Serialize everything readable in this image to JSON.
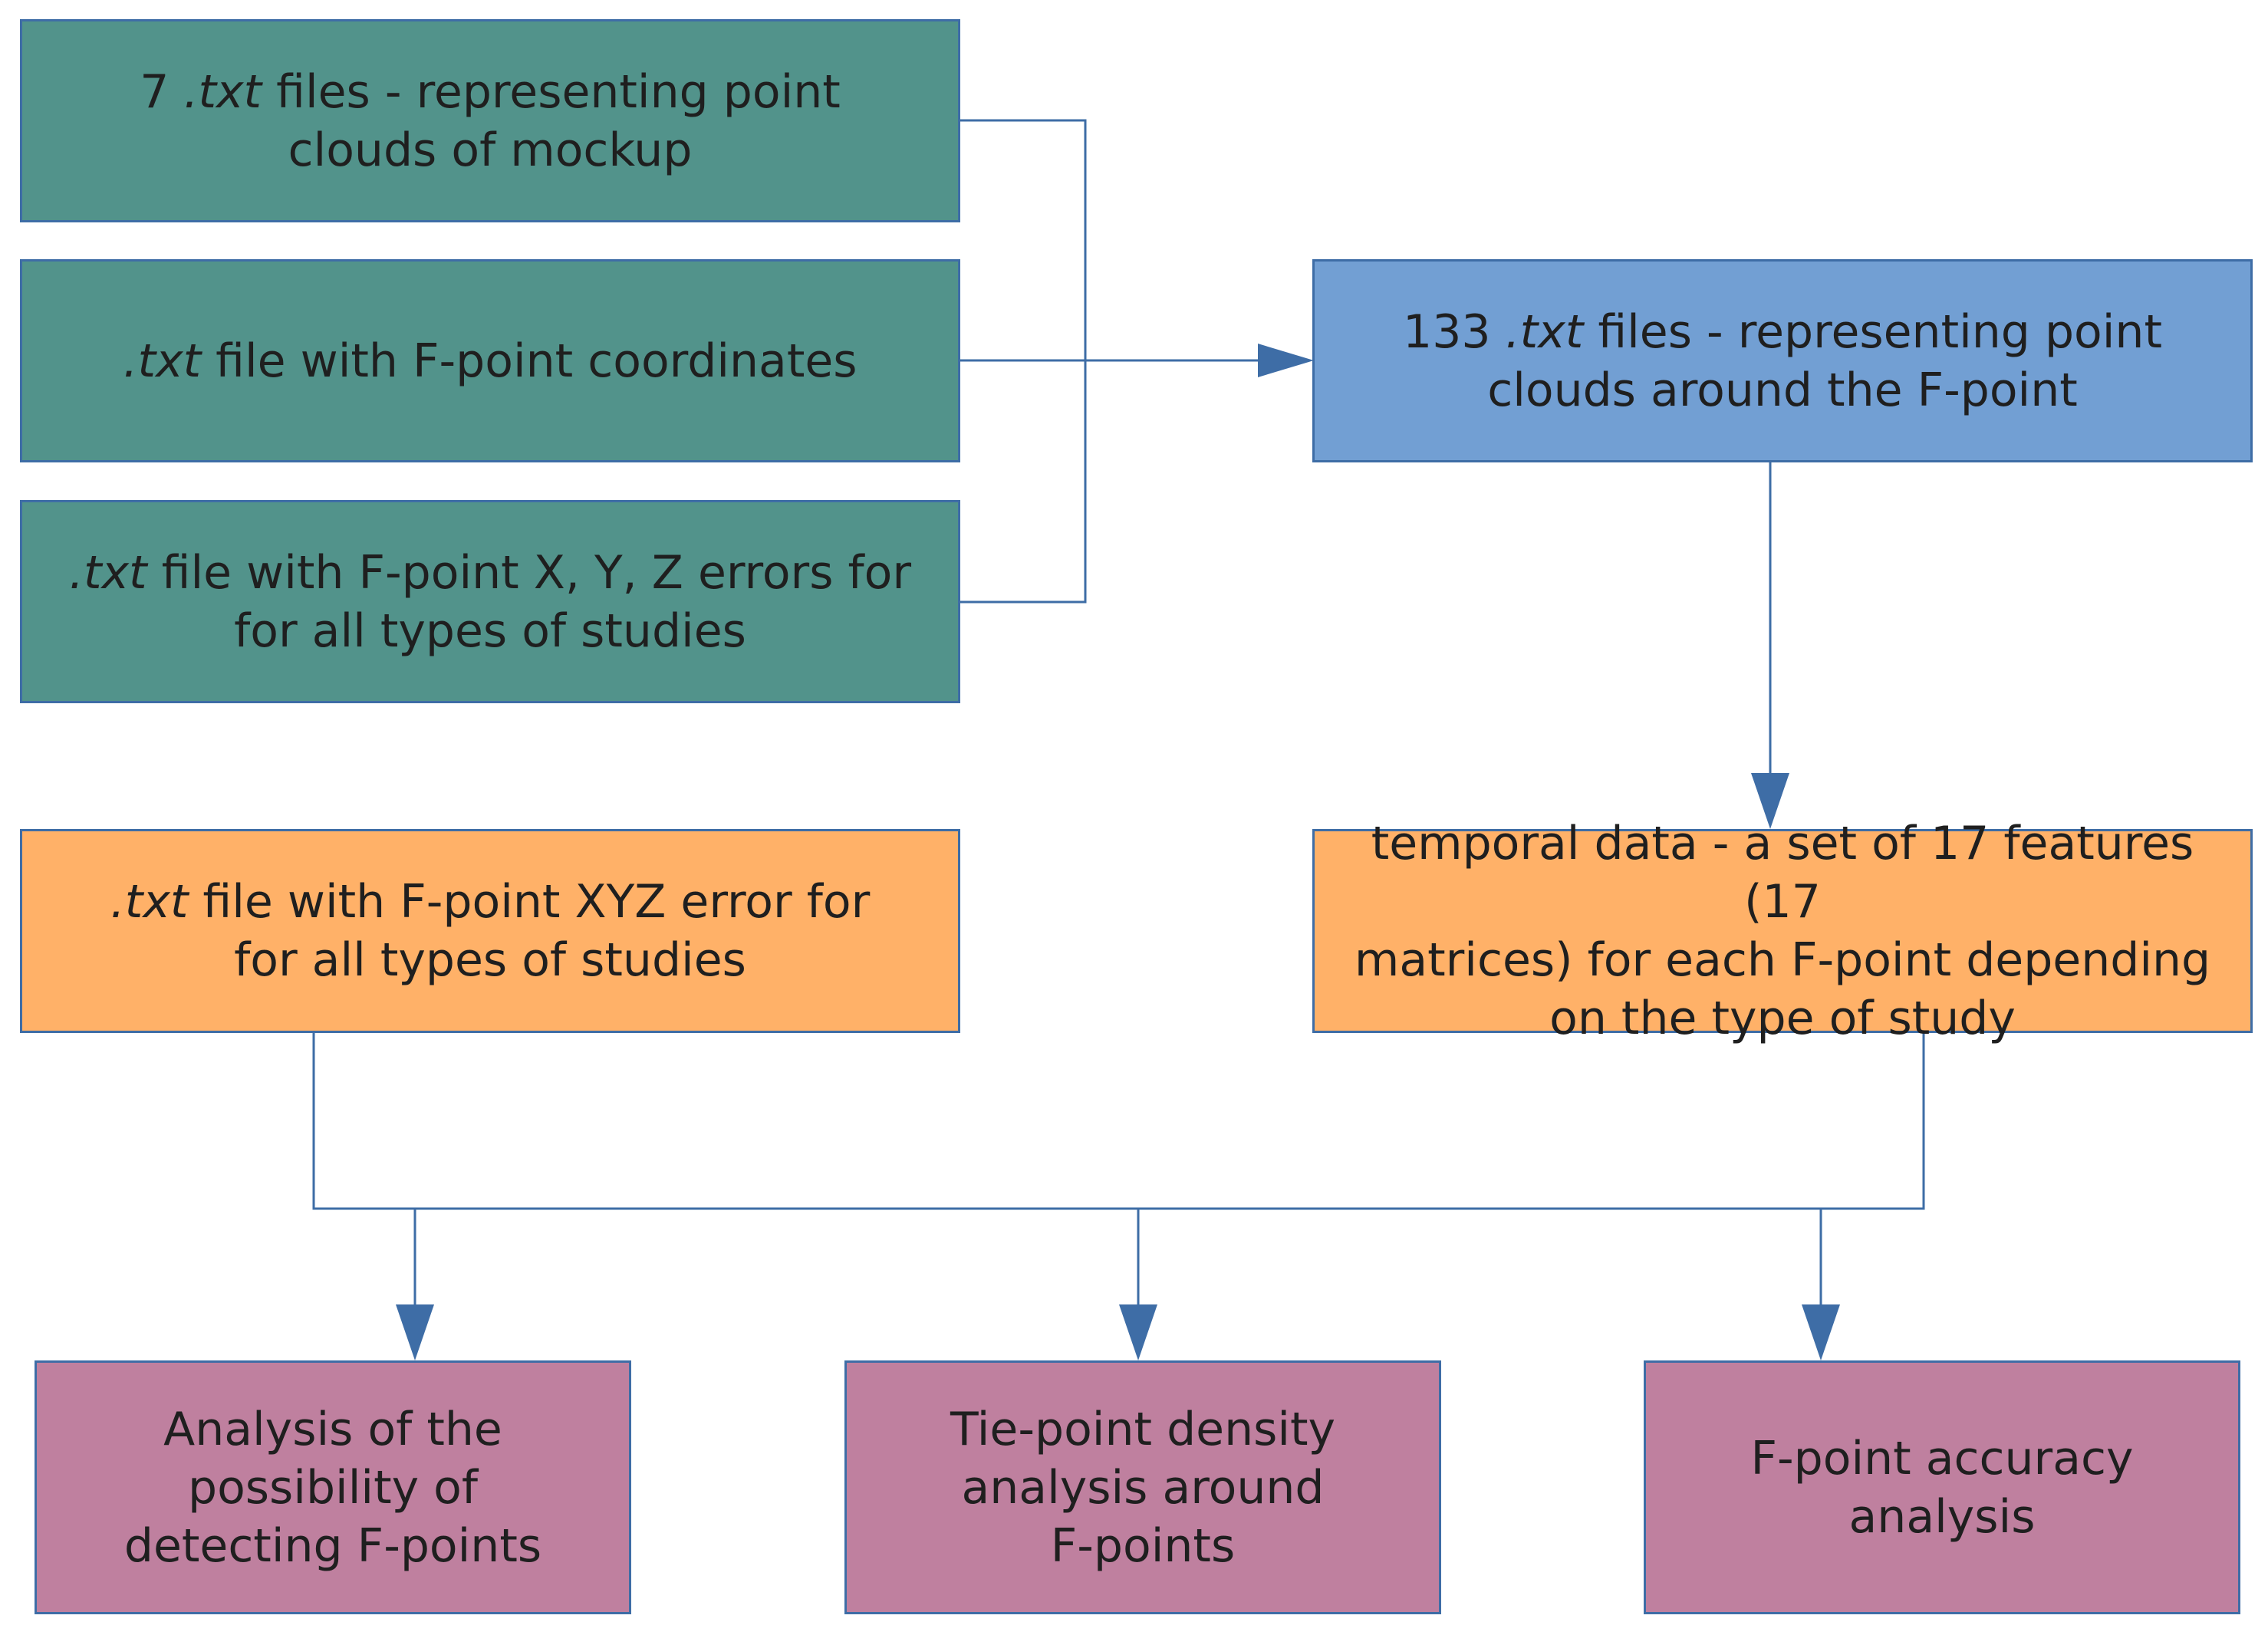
{
  "colors": {
    "input_teal": "#52938B",
    "output_blue": "#729FD3",
    "data_orange": "#FFB168",
    "analysis_mauve": "#BF809F",
    "connector": "#3E6DA6"
  },
  "nodes": {
    "mockup_clouds": {
      "line1_prefix": "7 ",
      "line1_ext": ".txt",
      "line1_rest": " files -  representing point",
      "line2": "clouds of mockup"
    },
    "fpoint_coords": {
      "line1_ext": ".txt",
      "line1_rest": " file with F-point coordinates"
    },
    "fpoint_xyz_errors": {
      "line1_ext": ".txt",
      "line1_rest": " file with F-point X, Y, Z errors for",
      "line2": "for all types of studies"
    },
    "fpoint_clouds": {
      "line1_prefix": "133 ",
      "line1_ext": ".txt",
      "line1_rest": " files - representing point",
      "line2": "clouds around the F-point"
    },
    "fpoint_xyz_error": {
      "line1_ext": ".txt",
      "line1_rest": " file with F-point XYZ error for",
      "line2": "for all types of studies"
    },
    "temporal_data": {
      "line1": "temporal data - a set of 17 features (17",
      "line2": "matrices) for each F-point depending",
      "line3": "on the type of study"
    },
    "detect_analysis": {
      "line1": "Analysis of the",
      "line2": "possibility of",
      "line3": "detecting F-points"
    },
    "density_analysis": {
      "line1": "Tie-point density",
      "line2": "analysis around",
      "line3": "F-points"
    },
    "accuracy_analysis": {
      "line1": "F-point accuracy",
      "line2": "analysis"
    }
  }
}
